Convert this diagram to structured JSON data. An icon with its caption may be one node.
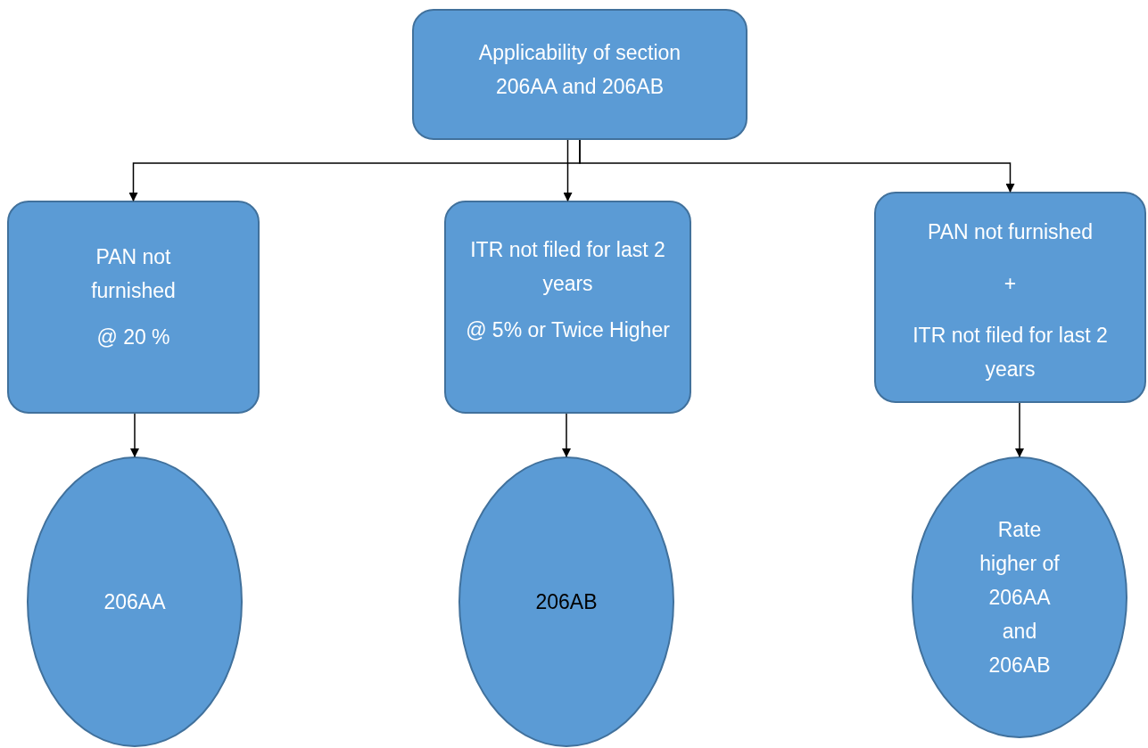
{
  "diagram": {
    "nodes": [
      {
        "text": [
          "Applicability of section 206AA and 206AB"
        ]
      },
      {
        "text": [
          "PAN not furnished",
          "@ 20 %"
        ]
      },
      {
        "text": [
          "ITR not filed for last 2 years",
          "@ 5% or Twice Higher"
        ]
      },
      {
        "text": [
          "PAN not furnished",
          "+",
          "ITR not filed for last 2 years"
        ]
      },
      {
        "text": [
          "206AA"
        ]
      },
      {
        "text": [
          "206AB"
        ]
      },
      {
        "text": [
          "Rate higher of 206AA and 206AB"
        ]
      }
    ],
    "edges": [
      {
        "from": 0,
        "to": 1,
        "arrow": "to"
      },
      {
        "from": 0,
        "to": 2,
        "arrow": "to"
      },
      {
        "from": 0,
        "to": 3,
        "arrow": "to"
      },
      {
        "from": 1,
        "to": 4,
        "arrow": "to"
      },
      {
        "from": 2,
        "to": 5,
        "arrow": "to"
      },
      {
        "from": 3,
        "to": 6,
        "arrow": "to"
      }
    ]
  }
}
